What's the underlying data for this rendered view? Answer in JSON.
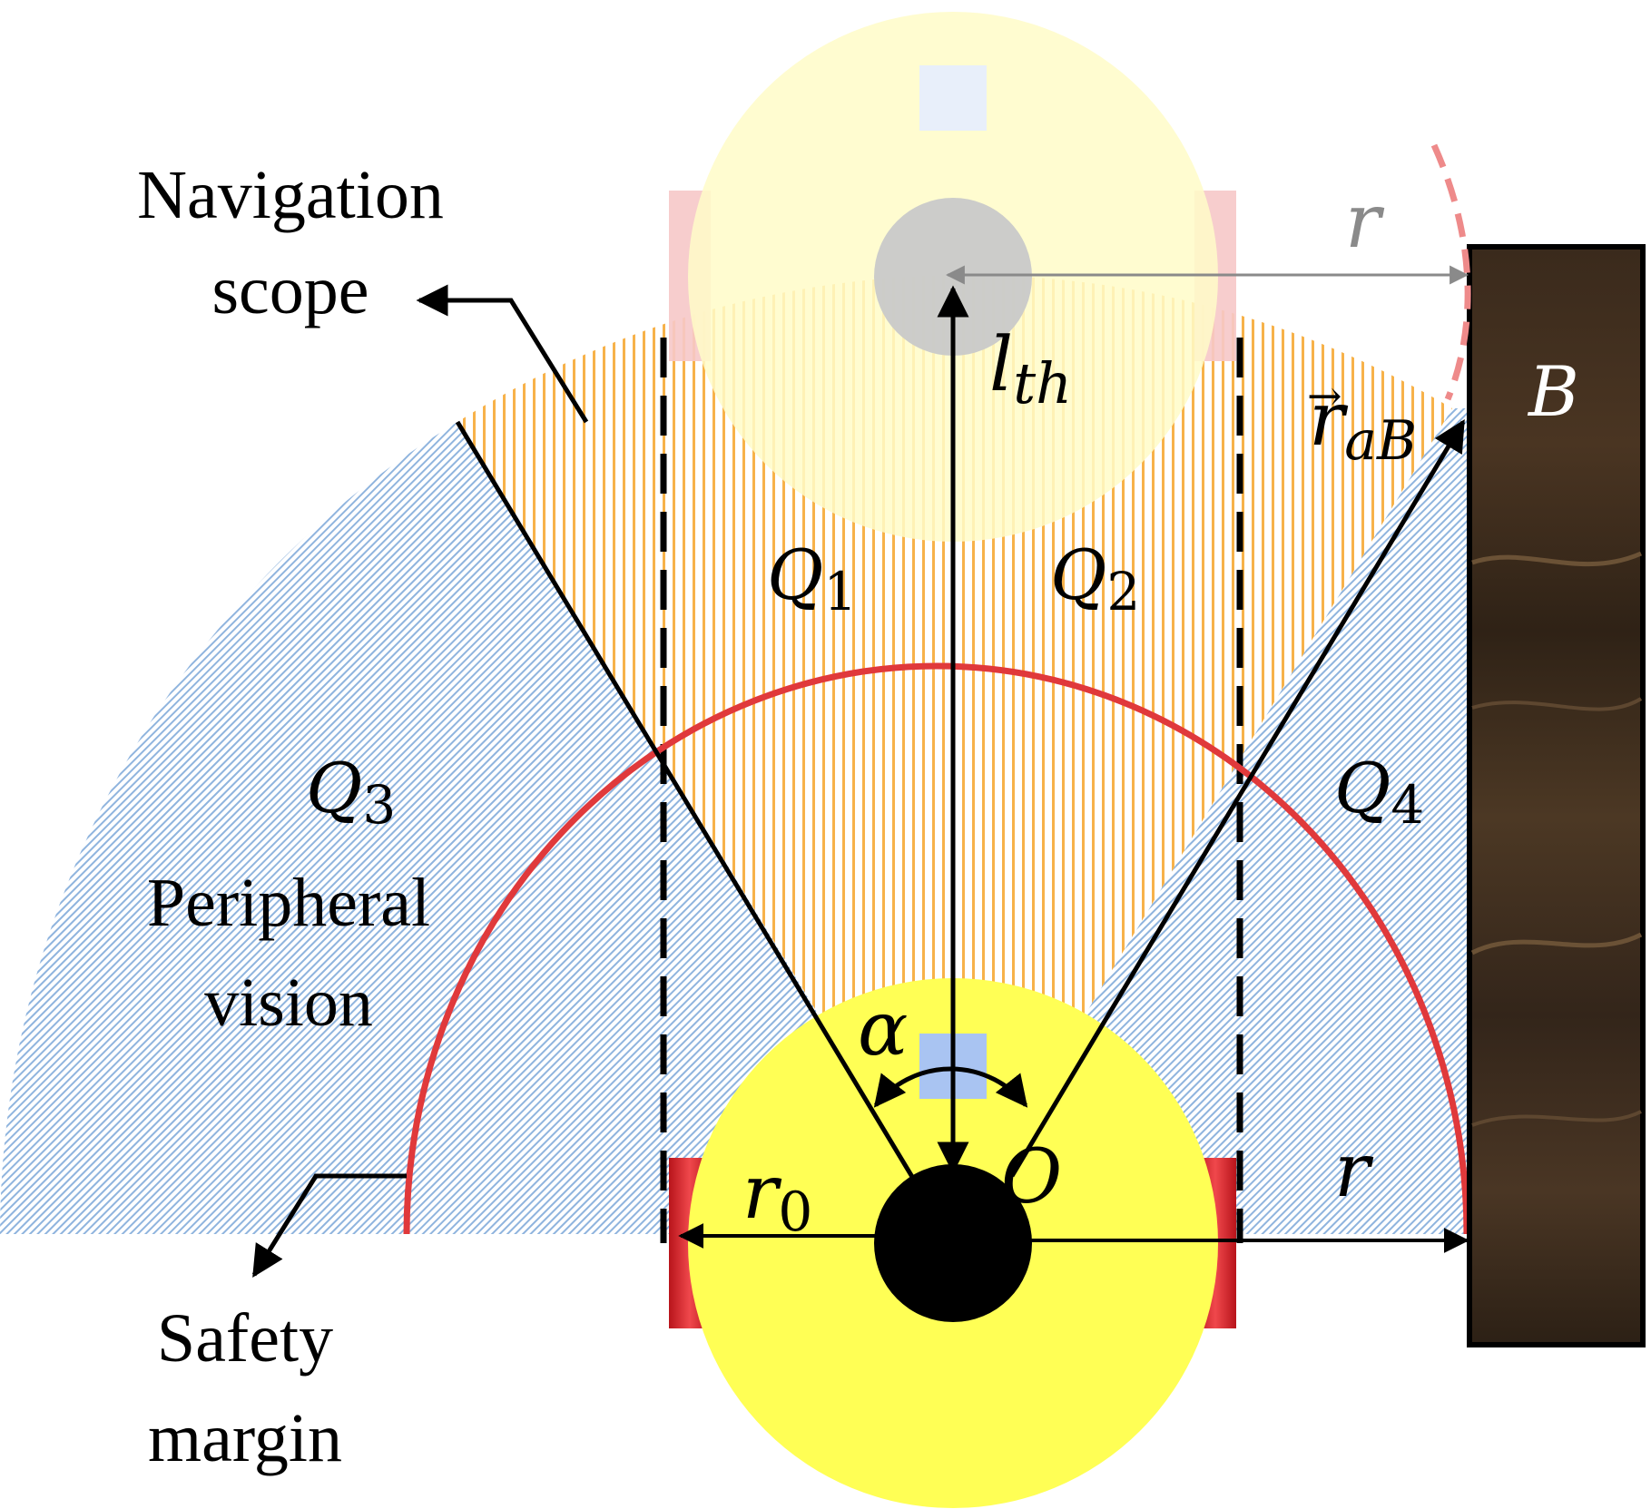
{
  "labels": {
    "navigation_line1": "Navigation",
    "navigation_line2": "scope",
    "peripheral_line1": "Peripheral",
    "peripheral_line2": "vision",
    "safety_line1": "Safety",
    "safety_line2": "margin"
  },
  "regions": {
    "q1": {
      "letter": "Q",
      "sub": "1"
    },
    "q2": {
      "letter": "Q",
      "sub": "2"
    },
    "q3": {
      "letter": "Q",
      "sub": "3"
    },
    "q4": {
      "letter": "Q",
      "sub": "4"
    }
  },
  "symbols": {
    "l": "l",
    "l_sub": "th",
    "r_top": "r",
    "r_right": "r",
    "r0": "r",
    "r0_sub": "0",
    "alpha": "α",
    "origin": "O",
    "vec_r": "r",
    "vec_r_sub": "aB",
    "vec_arrow": "→",
    "obstacle": "B"
  },
  "colors": {
    "navigation_hatch": "#f7b24a",
    "peripheral_hatch": "#8fb4de",
    "safety_margin": "#e0393b",
    "agent_body": "#ffff55",
    "agent_center": "#000000",
    "ghost_agent": "#fffbc8",
    "sensor": "#a9c4f2",
    "wheel": "#d01c24",
    "obstacle": "#3b2a1c",
    "obstacle_border": "#000000",
    "measure_gray": "#8a8a8a"
  }
}
